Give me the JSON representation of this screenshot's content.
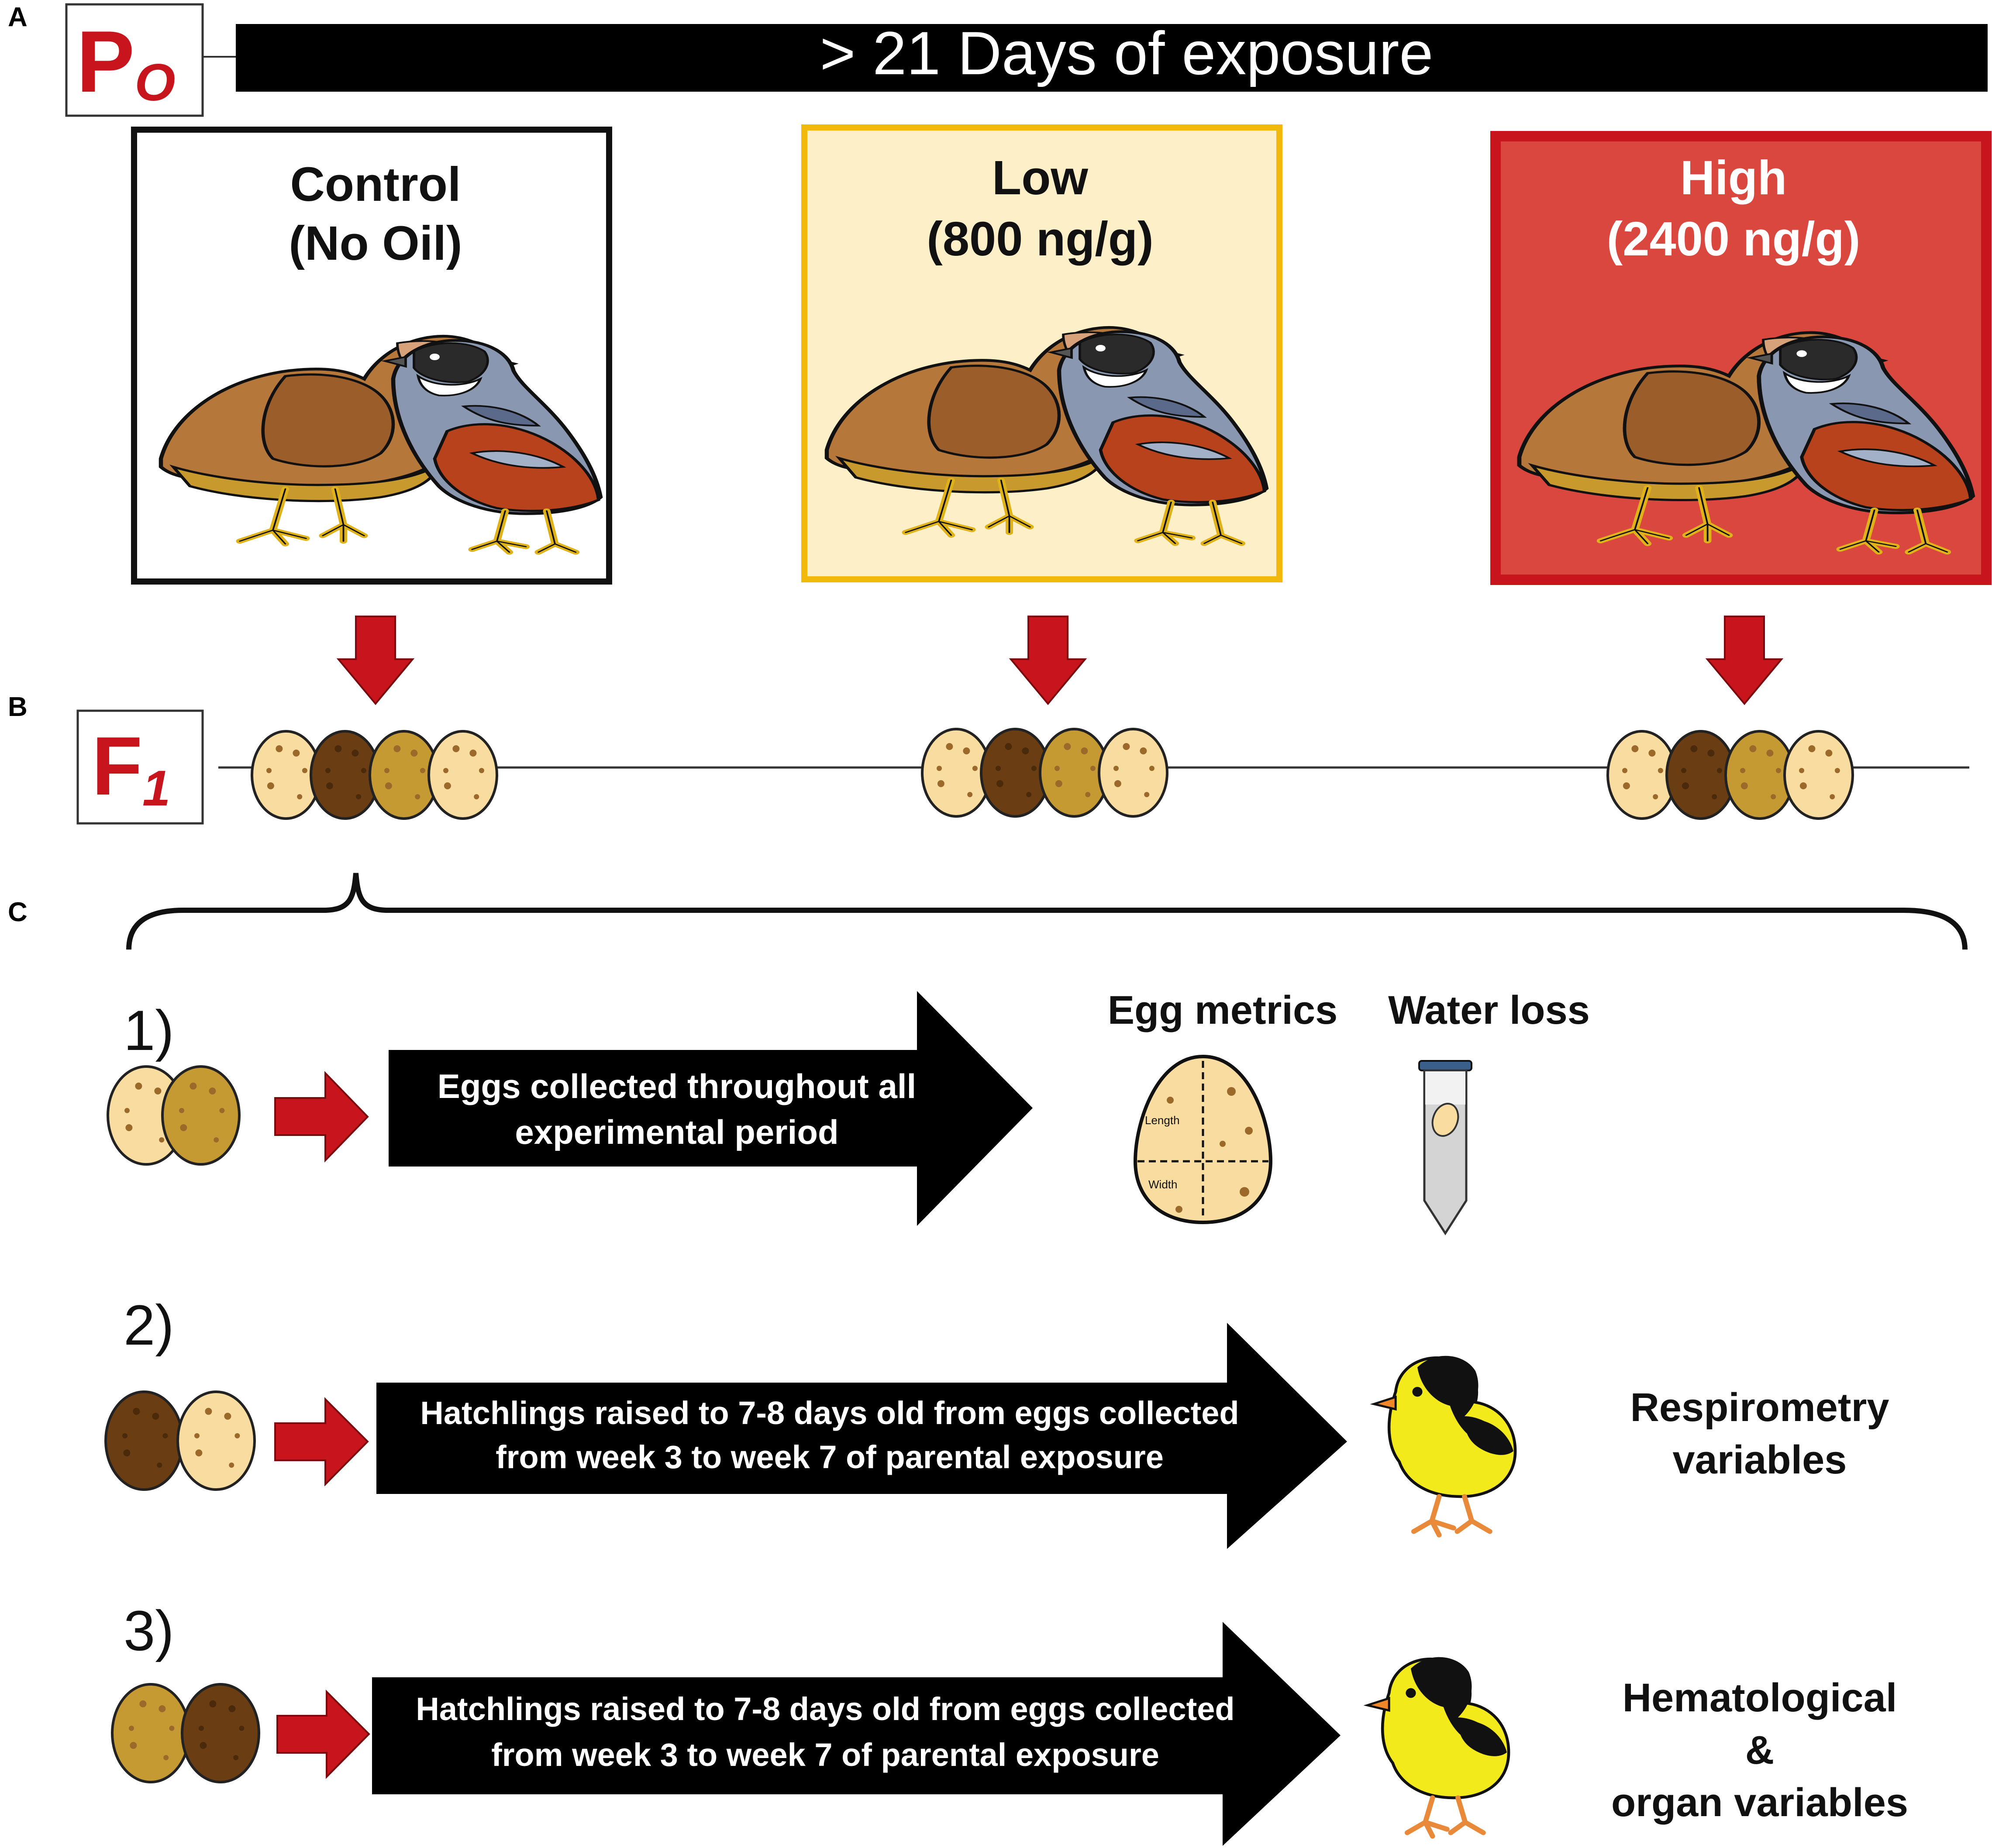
{
  "panel_labels": {
    "a": "A",
    "b": "B",
    "c": "C"
  },
  "generations": {
    "p0": {
      "letter": "P",
      "sub": "O"
    },
    "f1": {
      "letter": "F",
      "sub": "1"
    }
  },
  "exposure_bar": {
    "text": "> 21 Days of exposure"
  },
  "groups": [
    {
      "label1": "Control",
      "label2": "(No Oil)",
      "border": "#111111",
      "fill": "#ffffff",
      "text_color": "#111111"
    },
    {
      "label1": "Low",
      "label2": "(800 ng/g)",
      "border": "#f2b80c",
      "fill": "#fdf0c8",
      "text_color": "#111111"
    },
    {
      "label1": "High",
      "label2": "(2400 ng/g)",
      "border": "#c8141c",
      "fill": "#d9473f",
      "text_color": "#ffffff"
    }
  ],
  "colors": {
    "accent_red": "#c8141c",
    "egg_light": "#f8dca0",
    "egg_dark": "#6b3d12",
    "egg_mid": "#c69a33",
    "chick_yellow": "#f2ea1a",
    "arrow_black": "#000000"
  },
  "steps": [
    {
      "num": "1)",
      "arrow_line1": "Eggs collected throughout all",
      "arrow_line2": "experimental period",
      "outcomes": [
        "Egg metrics",
        "Water loss"
      ],
      "egg_labels": {
        "length": "Length",
        "width": "Width"
      }
    },
    {
      "num": "2)",
      "arrow_line1": "Hatchlings raised to 7-8 days old from eggs collected",
      "arrow_line2": "from week 3 to week 7 of parental exposure",
      "outcome_line1": "Respirometry",
      "outcome_line2": "variables"
    },
    {
      "num": "3)",
      "arrow_line1": "Hatchlings raised to 7-8 days old from eggs collected",
      "arrow_line2": "from week 3 to week 7 of parental exposure",
      "outcome_line1": "Hematological",
      "outcome_line2": "&",
      "outcome_line3": "organ variables"
    }
  ]
}
